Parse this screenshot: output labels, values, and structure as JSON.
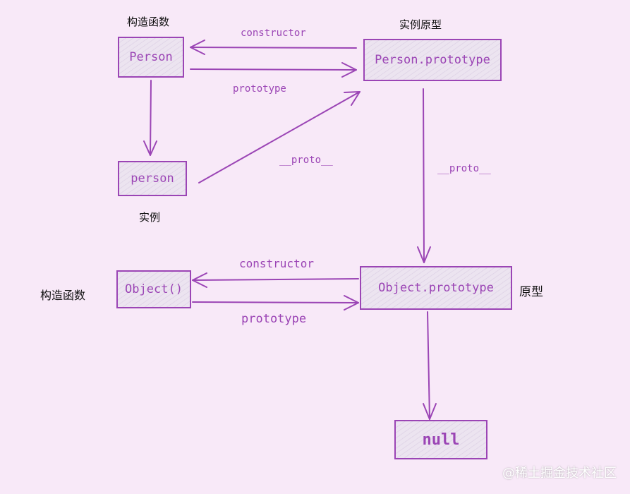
{
  "nodes": {
    "person_ctor": "Person",
    "person_proto": "Person.prototype",
    "person_inst": "person",
    "object_ctor": "Object()",
    "object_proto": "Object.prototype",
    "null_node": "null"
  },
  "edges": {
    "constructor_top": "constructor",
    "prototype_top": "prototype",
    "proto_inst": "__proto__",
    "proto_chain": "__proto__",
    "constructor_bottom": "constructor",
    "prototype_bottom": "prototype"
  },
  "captions": {
    "ctor_top": "构造函数",
    "proto_top": "实例原型",
    "instance": "实例",
    "ctor_bottom": "构造函数",
    "proto_bottom": "原型"
  },
  "watermark": "@稀土掘金技术社区",
  "colors": {
    "background": "#f8e9f8",
    "accent": "#9b45b5",
    "box_fill": "#ece4f0"
  }
}
